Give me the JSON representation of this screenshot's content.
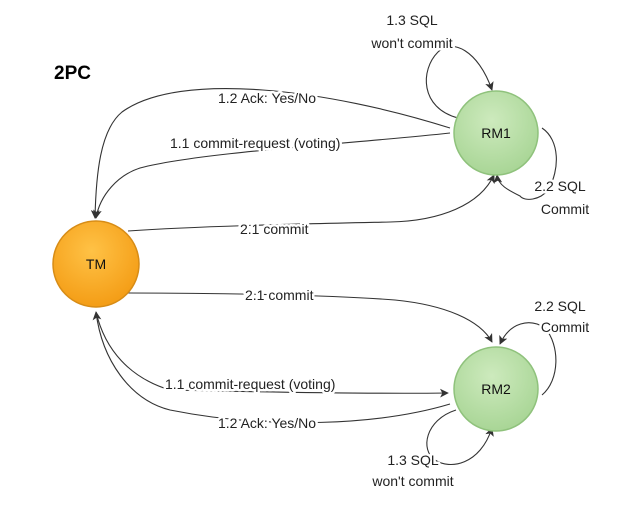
{
  "title": "2PC",
  "nodes": {
    "tm": {
      "label": "TM",
      "fill": "#f5a21c",
      "stroke": "#d78c16"
    },
    "rm1": {
      "label": "RM1",
      "fill": "#b3dca0",
      "stroke": "#8fc27c"
    },
    "rm2": {
      "label": "RM2",
      "fill": "#b3dca0",
      "stroke": "#8fc27c"
    }
  },
  "edges": {
    "rm1_ack": "1.2 Ack: Yes/No",
    "rm1_commit_request": "1.1 commit-request (voting)",
    "rm1_commit": "2.1 commit",
    "rm1_sql_wont_commit": [
      "1.3 SQL",
      "won't commit"
    ],
    "rm1_sql_commit": [
      "2.2 SQL",
      "Commit"
    ],
    "rm2_commit": "2.1 commit",
    "rm2_sql_commit": [
      "2.2 SQL",
      "Commit"
    ],
    "rm2_commit_request": "1.1 commit-request (voting)",
    "rm2_ack": "1.2 Ack: Yes/No",
    "rm2_sql_wont_commit": [
      "1.3 SQL",
      "won't commit"
    ]
  }
}
